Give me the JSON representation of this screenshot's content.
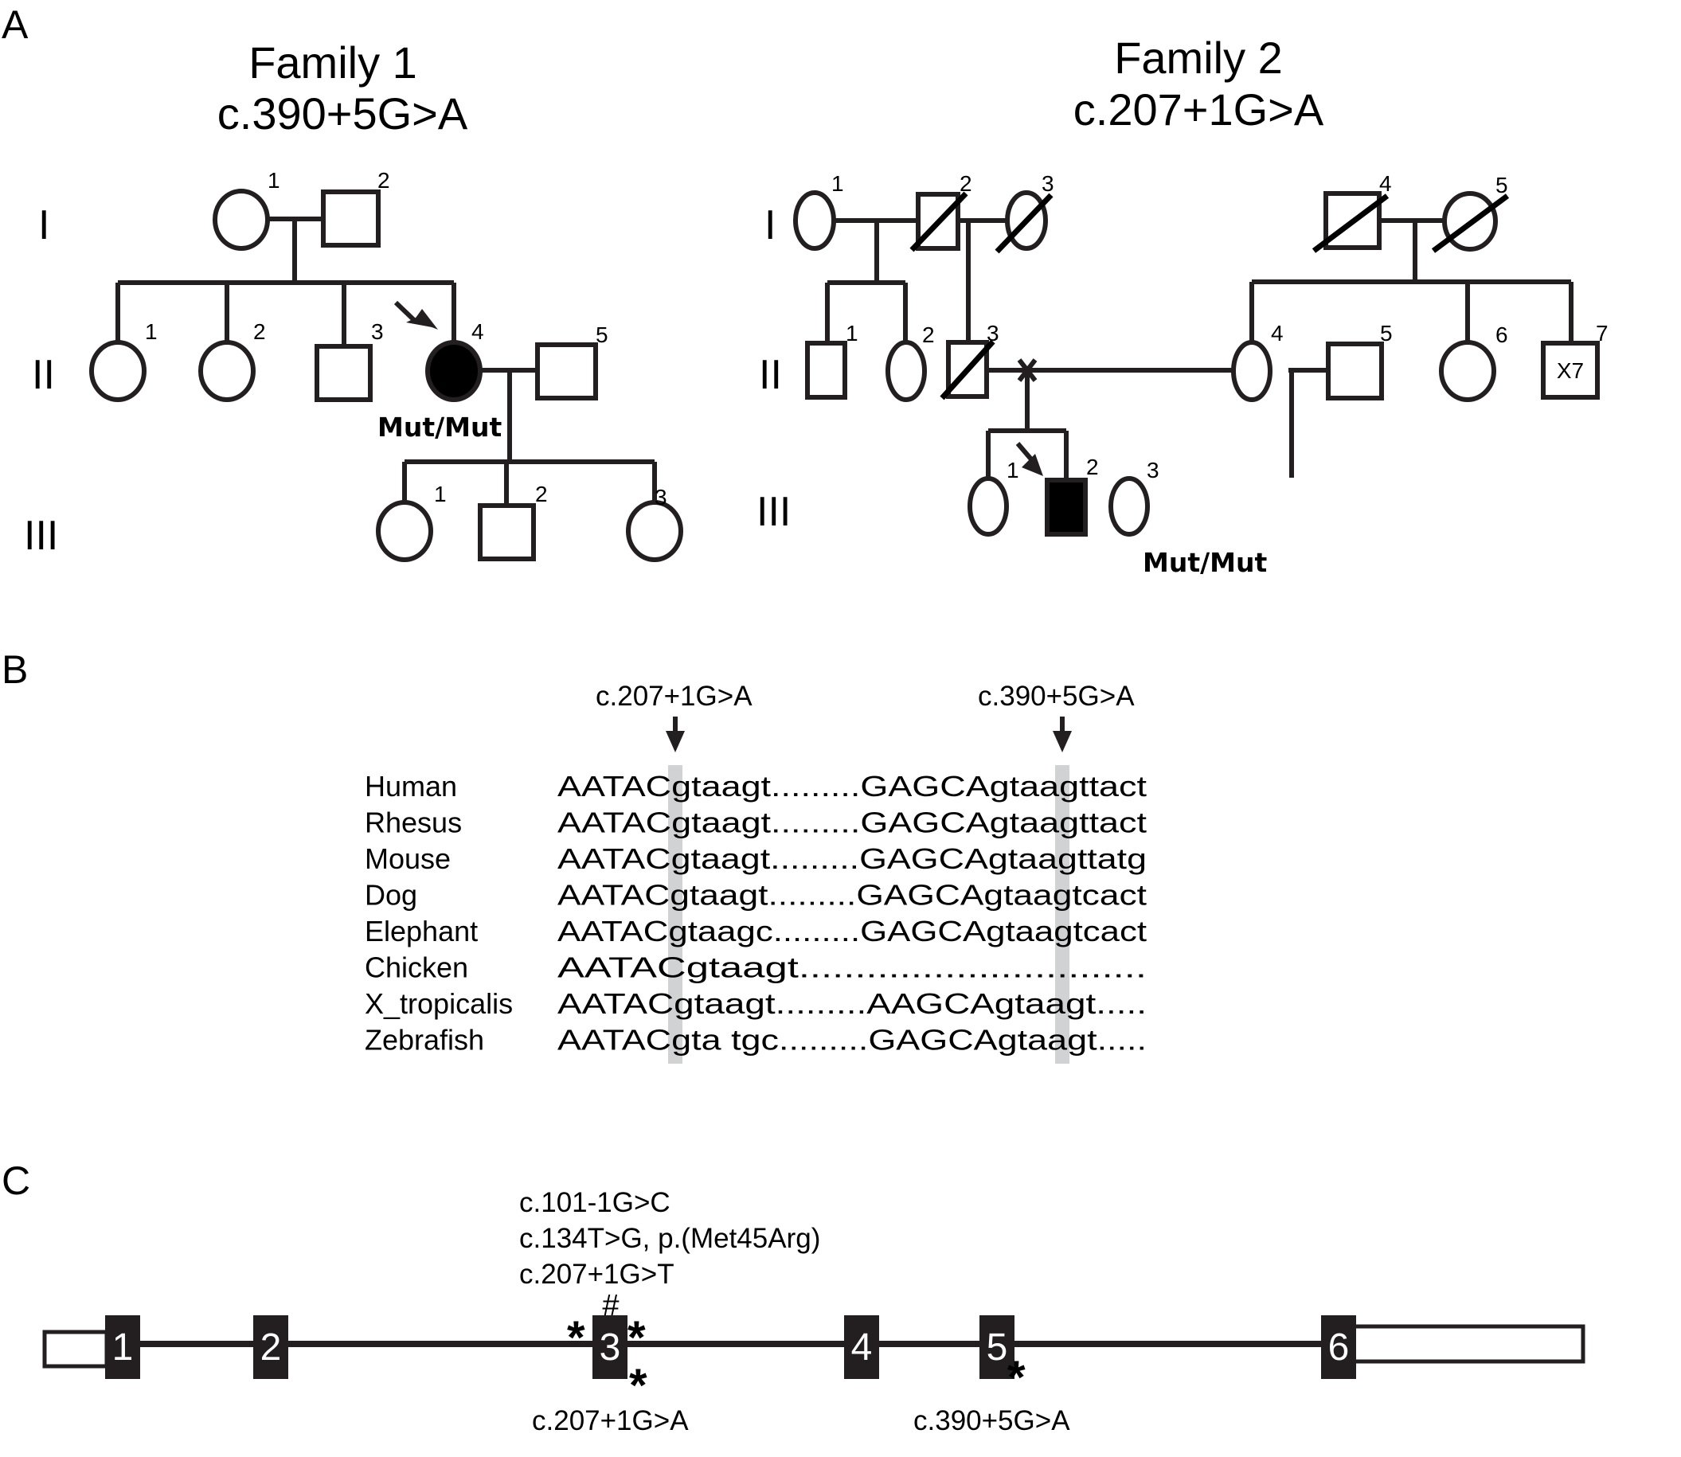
{
  "panels": {
    "A": "A",
    "B": "B",
    "C": "C"
  },
  "family1": {
    "title": "Family 1",
    "variant": "c.390+5G>A",
    "generations": [
      "I",
      "II",
      "III"
    ],
    "individuals": [
      {
        "id": "I-1",
        "label": "1",
        "sex": "female",
        "affected": false,
        "deceased": false
      },
      {
        "id": "I-2",
        "label": "2",
        "sex": "male",
        "affected": false,
        "deceased": false
      },
      {
        "id": "II-1",
        "label": "1",
        "sex": "female",
        "affected": false,
        "deceased": false
      },
      {
        "id": "II-2",
        "label": "2",
        "sex": "female",
        "affected": false,
        "deceased": false
      },
      {
        "id": "II-3",
        "label": "3",
        "sex": "male",
        "affected": false,
        "deceased": false
      },
      {
        "id": "II-4",
        "label": "4",
        "sex": "female",
        "affected": true,
        "proband": true,
        "genotype": "Mut/Mut"
      },
      {
        "id": "II-5",
        "label": "5",
        "sex": "male",
        "affected": false,
        "deceased": false
      },
      {
        "id": "III-1",
        "label": "1",
        "sex": "female",
        "affected": false
      },
      {
        "id": "III-2",
        "label": "2",
        "sex": "male",
        "affected": false
      },
      {
        "id": "III-3",
        "label": "3",
        "sex": "female",
        "affected": false
      }
    ],
    "genotype_label": "Mut/Mut"
  },
  "family2": {
    "title": "Family 2",
    "variant": "c.207+1G>A",
    "generations": [
      "I",
      "II",
      "III"
    ],
    "individuals": [
      {
        "id": "I-1",
        "label": "1",
        "sex": "female",
        "deceased": false
      },
      {
        "id": "I-2",
        "label": "2",
        "sex": "male",
        "deceased": true
      },
      {
        "id": "I-3",
        "label": "3",
        "sex": "female",
        "deceased": true
      },
      {
        "id": "I-4",
        "label": "4",
        "sex": "male",
        "deceased": true
      },
      {
        "id": "I-5",
        "label": "5",
        "sex": "female",
        "deceased": true
      },
      {
        "id": "II-1",
        "label": "1",
        "sex": "male"
      },
      {
        "id": "II-2",
        "label": "2",
        "sex": "female"
      },
      {
        "id": "II-3",
        "label": "3",
        "sex": "male",
        "deceased": true
      },
      {
        "id": "II-4",
        "label": "4",
        "sex": "female"
      },
      {
        "id": "II-5",
        "label": "5",
        "sex": "male"
      },
      {
        "id": "II-6",
        "label": "6",
        "sex": "female"
      },
      {
        "id": "II-7",
        "label": "7",
        "sex": "male",
        "count": "X7"
      },
      {
        "id": "III-1",
        "label": "1",
        "sex": "female"
      },
      {
        "id": "III-2",
        "label": "2",
        "sex": "male",
        "affected": true,
        "proband": true,
        "genotype": "Mut/Mut"
      },
      {
        "id": "III-3",
        "label": "3",
        "sex": "female"
      }
    ],
    "count_label": "X7",
    "genotype_label": "Mut/Mut"
  },
  "alignment": {
    "markers": [
      "c.207+1G>A",
      "c.390+5G>A"
    ],
    "rows": [
      {
        "species": "Human",
        "left": "AATAC",
        "site1": "g",
        "mid": "taagt.........GAGCAgtaa",
        "site2": "g",
        "right": "ttact"
      },
      {
        "species": "Rhesus",
        "left": "AATAC",
        "site1": "g",
        "mid": "taagt.........GAGCAgtaa",
        "site2": "g",
        "right": "ttact"
      },
      {
        "species": "Mouse",
        "left": "AATAC",
        "site1": "g",
        "mid": "taagt.........GAGCAgtaa",
        "site2": "g",
        "right": "ttatg"
      },
      {
        "species": "Dog",
        "left": "AATAC",
        "site1": "g",
        "mid": "taagt.........GAGCAgtaa",
        "site2": "g",
        "right": "tcact"
      },
      {
        "species": "Elephant",
        "left": "AATAC",
        "site1": "g",
        "mid": "taagc.........GAGCAgtaa",
        "site2": "g",
        "right": "tcact"
      },
      {
        "species": "Chicken",
        "left": "AATAC",
        "site1": "g",
        "mid": "taagt.........................",
        "site2": ".",
        "right": "....."
      },
      {
        "species": "X_tropicalis",
        "left": "AATAC",
        "site1": "g",
        "mid": "taagt.........AAGCAgtaa",
        "site2": "g",
        "right": "t....."
      },
      {
        "species": "Zebrafish",
        "left": "AATAC",
        "site1": "g",
        "mid": "ta tgc.........GAGCAgtaa",
        "site2": "g",
        "right": "t....."
      }
    ]
  },
  "gene": {
    "exons": [
      "1",
      "2",
      "3",
      "4",
      "5",
      "6"
    ],
    "above_exon3": [
      "c.101-1G>C",
      "c.134T>G, p.(Met45Arg)",
      "c.207+1G>T"
    ],
    "hash": "#",
    "star": "*",
    "below_exon3": "c.207+1G>A",
    "below_exon5": "c.390+5G>A"
  }
}
